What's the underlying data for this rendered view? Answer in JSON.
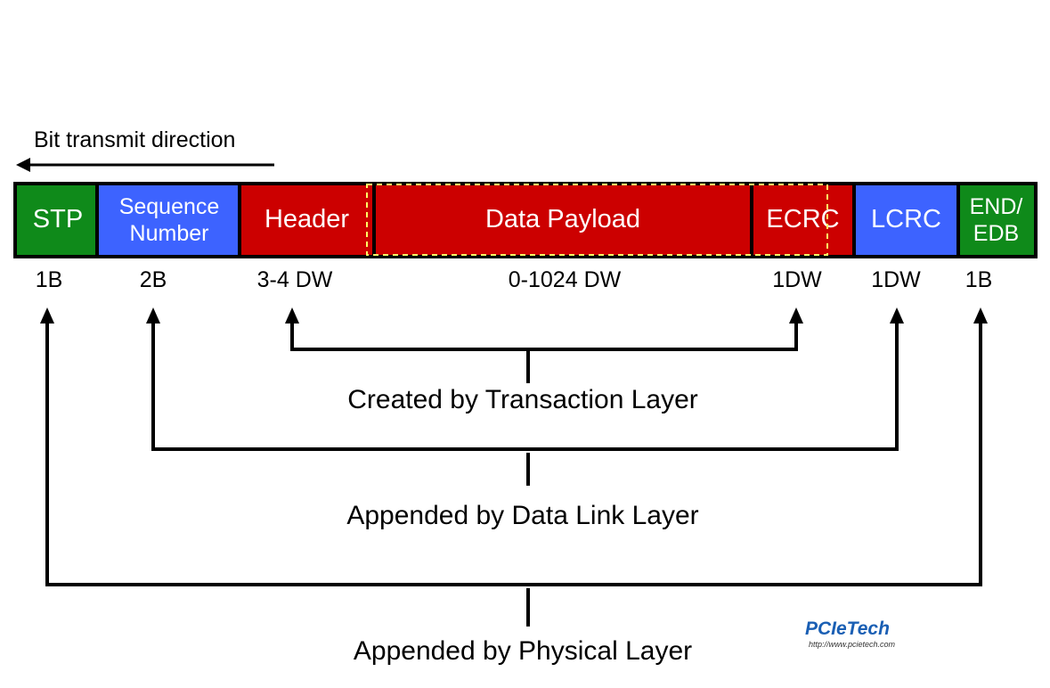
{
  "direction": {
    "label": "Bit transmit direction"
  },
  "fields": [
    {
      "id": "stp",
      "label": "STP",
      "size": "1B",
      "color": "#0f8a1a"
    },
    {
      "id": "seq",
      "label": "Sequence Number",
      "line1": "Sequence",
      "line2": "Number",
      "size": "2B",
      "color": "#3d63ff"
    },
    {
      "id": "header",
      "label": "Header",
      "size": "3-4 DW",
      "color": "#cc0000"
    },
    {
      "id": "payload",
      "label": "Data Payload",
      "size": "0-1024 DW",
      "color": "#cc0000"
    },
    {
      "id": "ecrc",
      "label": "ECRC",
      "size": "1DW",
      "color": "#cc0000"
    },
    {
      "id": "lcrc",
      "label": "LCRC",
      "size": "1DW",
      "color": "#3d63ff"
    },
    {
      "id": "end",
      "label": "END/ EDB",
      "line1": "END/",
      "line2": "EDB",
      "size": "1B",
      "color": "#0f8a1a"
    }
  ],
  "captions": {
    "transaction": "Created  by Transaction Layer",
    "datalink": "Appended  by Data Link Layer",
    "physical": "Appended  by Physical Layer"
  },
  "logo": {
    "word": "PCIeTech",
    "url": "http://www.pcietech.com"
  }
}
